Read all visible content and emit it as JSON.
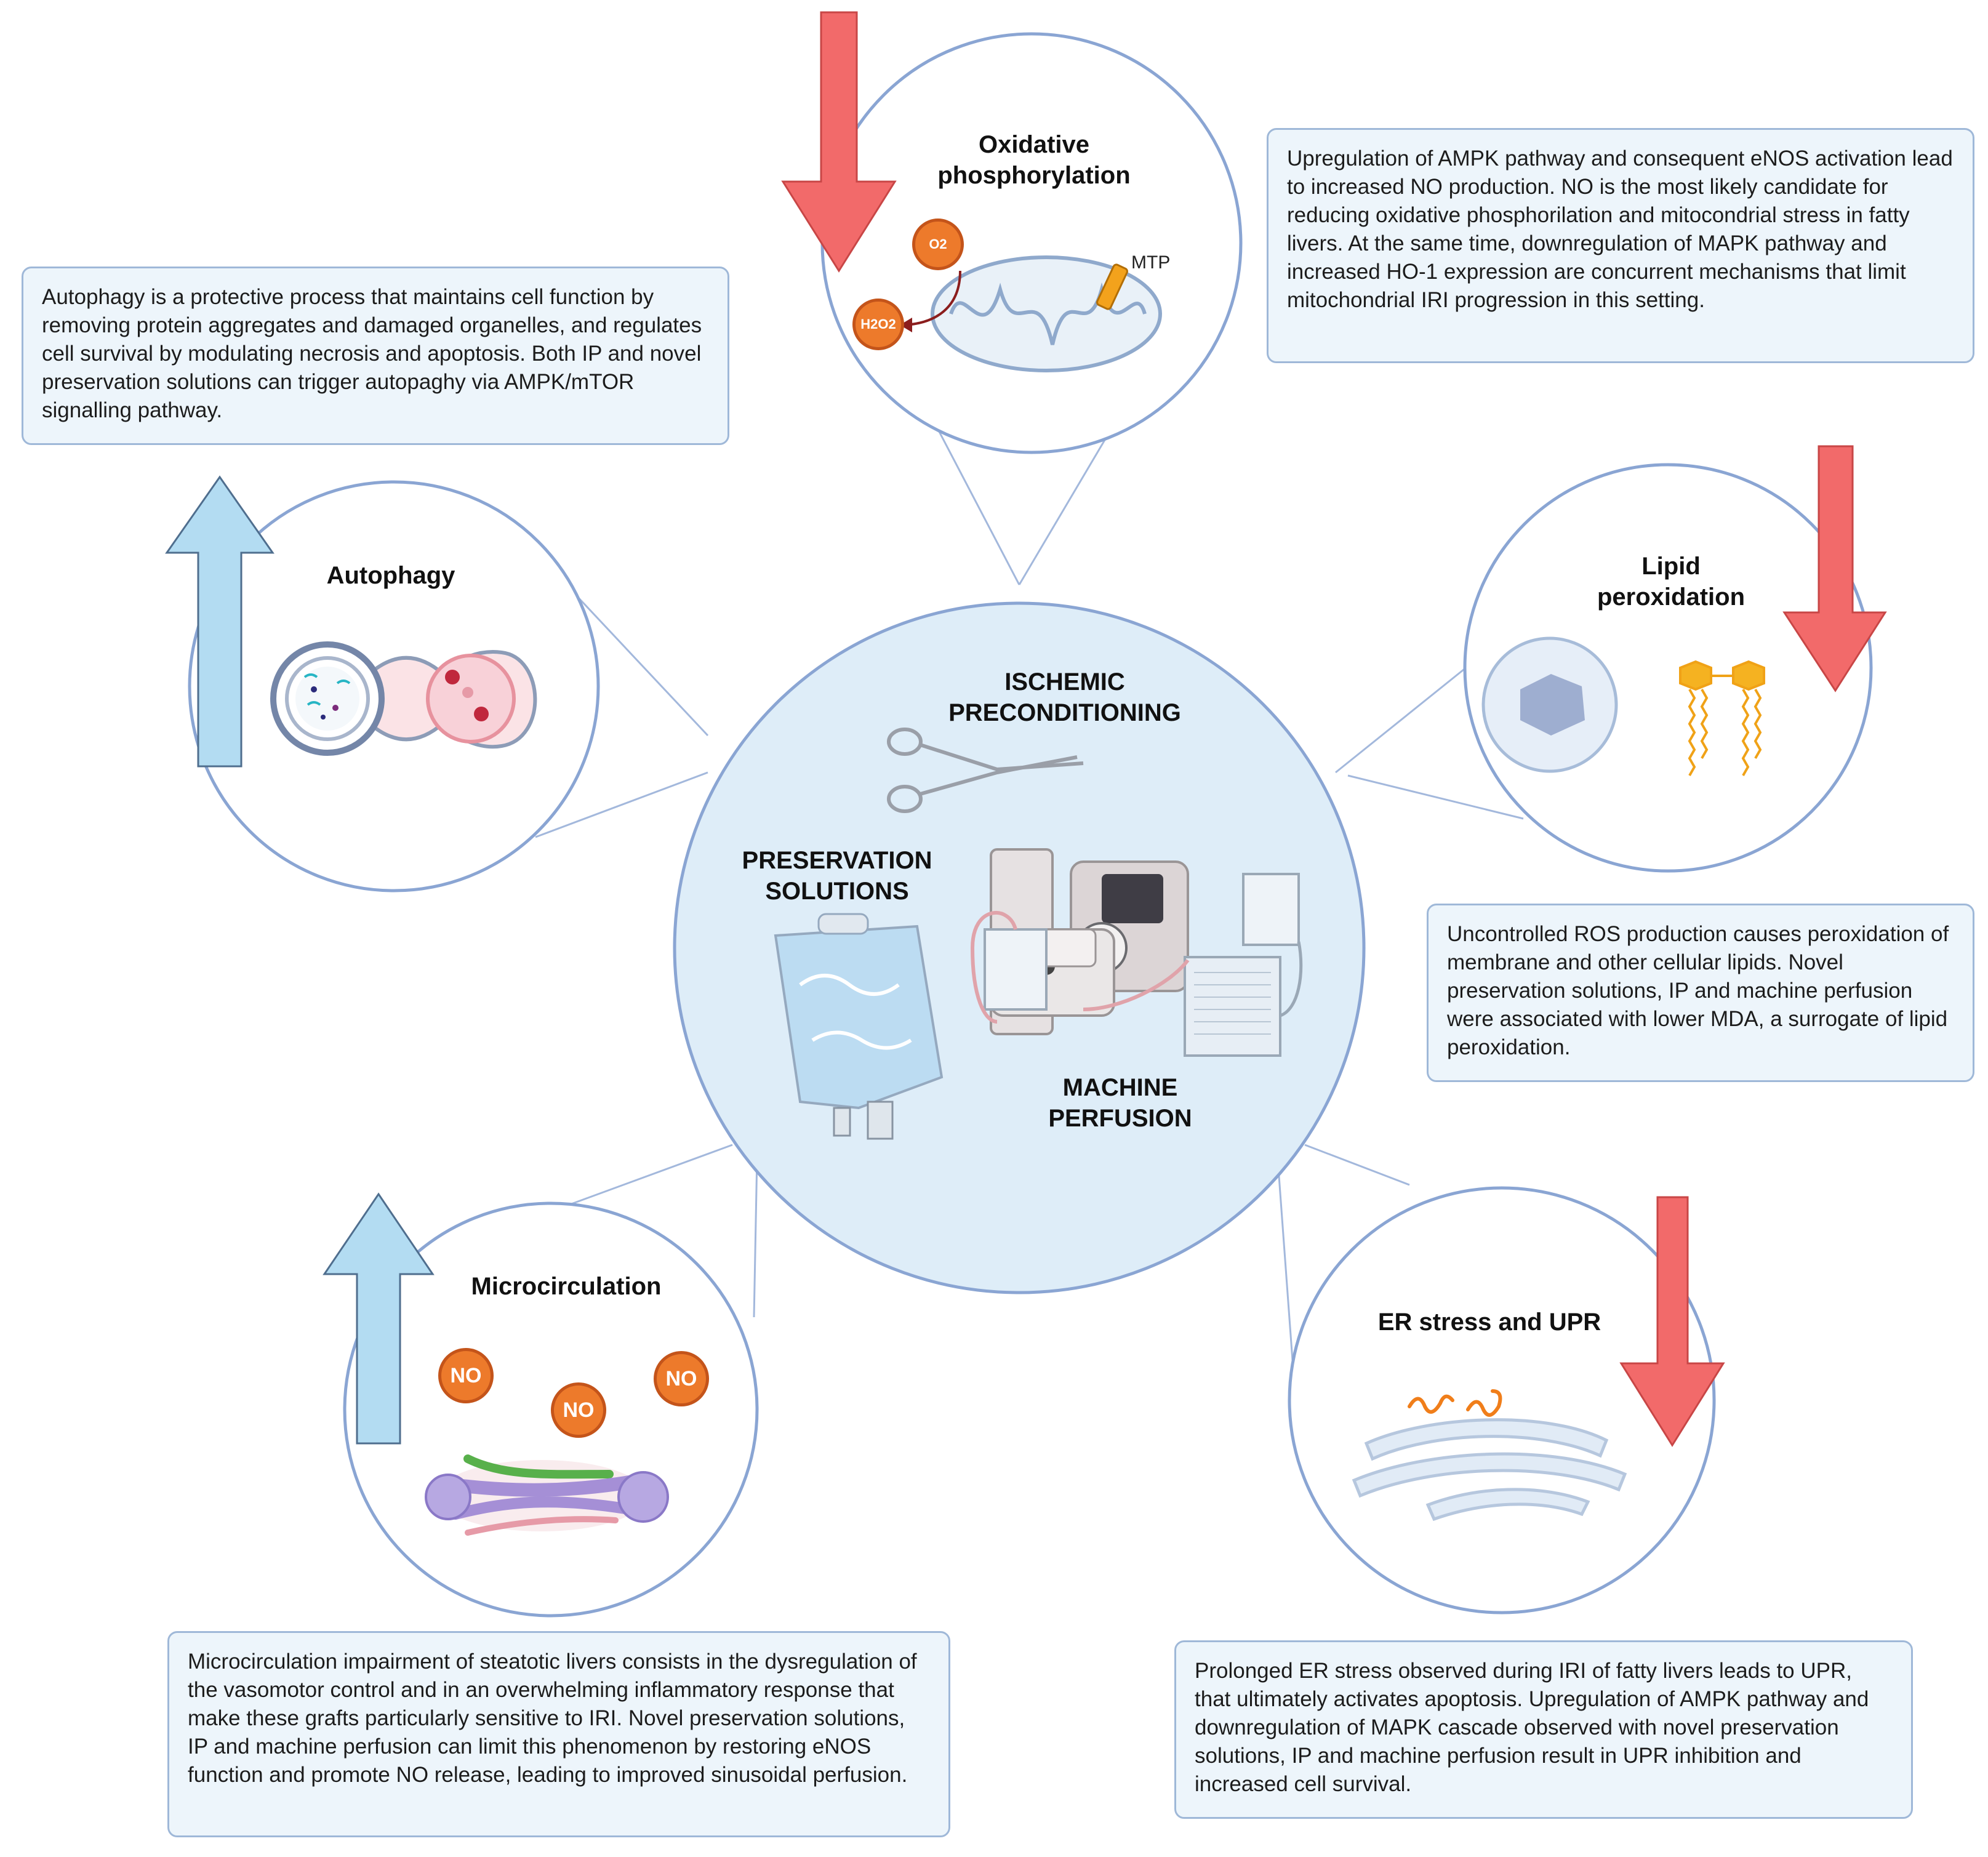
{
  "center": {
    "ischemic_label": "ISCHEMIC\nPRECONDITIONING",
    "preservation_label": "PRESERVATION\nSOLUTIONS",
    "machine_label": "MACHINE\nPERFUSION"
  },
  "nodes": {
    "oxidative": {
      "title": "Oxidative\nphosphorylation",
      "o2_label": "O2",
      "h2o2_label": "H2O2",
      "mtp_label": "MTP",
      "direction": "down",
      "description": "Upregulation of AMPK pathway and consequent eNOS activation lead to increased NO production. NO is the most likely candidate for reducing oxidative phosphorilation  and mitocondrial stress in fatty livers. At the same time, downregulation of MAPK pathway  and increased HO-1 expression are concurrent mechanisms that limit mitochondrial IRI progression in this setting."
    },
    "autophagy": {
      "title": "Autophagy",
      "direction": "up",
      "description": "Autophagy is a protective process that maintains cell function by removing protein aggregates and damaged organelles, and regulates cell survival by modulating necrosis and apoptosis. Both IP and novel preservation solutions can trigger autopaghy via AMPK/mTOR signalling pathway."
    },
    "lipid": {
      "title": "Lipid\nperoxidation",
      "direction": "down",
      "description": "Uncontrolled ROS production causes peroxidation of membrane and other cellular lipids. Novel preservation solutions, IP and machine perfusion were associated with lower MDA, a surrogate of lipid peroxidation."
    },
    "microcirculation": {
      "title": "Microcirculation",
      "no_label": "NO",
      "direction": "up",
      "description": "Microcirculation impairment of steatotic livers consists in the dysregulation of the vasomotor control and in an overwhelming inflammatory response that make these grafts particularly sensitive to IRI. Novel preservation solutions, IP and machine perfusion can limit this phenomenon by restoring eNOS function and promote NO release, leading to improved sinusoidal perfusion."
    },
    "er_stress": {
      "title": "ER stress and UPR",
      "direction": "down",
      "description": "Prolonged ER stress observed during IRI of fatty livers leads to UPR, that ultimately activates apoptosis. Upregulation of AMPK pathway and downregulation of MAPK cascade observed with novel preservation solutions, IP and machine perfusion result in UPR inhibition and increased cell survival."
    }
  },
  "colors": {
    "circle_stroke": "#8aa5d3",
    "center_fill": "#deedf8",
    "box_fill": "#edf5fb",
    "down_arrow": "#f26a6a",
    "up_arrow": "#b3dcf2",
    "no_badge": "#ed7a2b"
  }
}
